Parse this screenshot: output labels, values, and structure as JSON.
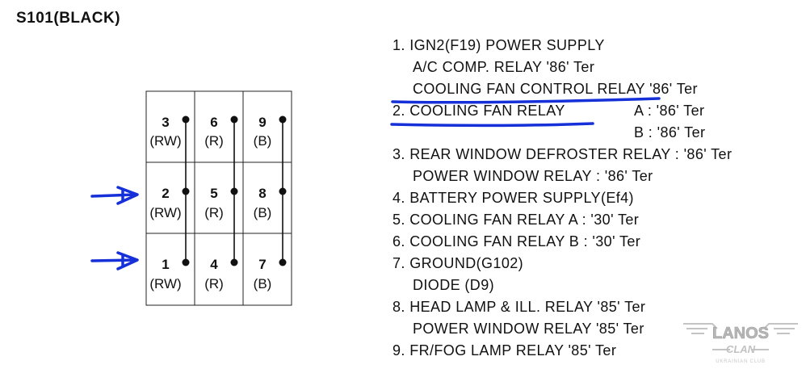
{
  "title": "S101(BLACK)",
  "connector": {
    "pins": [
      {
        "number": "3",
        "wire": "(RW)"
      },
      {
        "number": "6",
        "wire": "(R)"
      },
      {
        "number": "9",
        "wire": "(B)"
      },
      {
        "number": "2",
        "wire": "(RW)"
      },
      {
        "number": "5",
        "wire": "(R)"
      },
      {
        "number": "8",
        "wire": "(B)"
      },
      {
        "number": "1",
        "wire": "(RW)"
      },
      {
        "number": "4",
        "wire": "(R)"
      },
      {
        "number": "7",
        "wire": "(B)"
      }
    ]
  },
  "legend": {
    "l1": "1. IGN2(F19) POWER SUPPLY",
    "l2": "A/C COMP. RELAY '86' Ter",
    "l3": "COOLING FAN CONTROL RELAY '86' Ter",
    "l4a": "2. COOLING FAN RELAY",
    "l4b": "A : '86' Ter",
    "l5": "B : '86' Ter",
    "l6": "3. REAR WINDOW DEFROSTER RELAY : '86' Ter",
    "l7": "POWER WINDOW RELAY : '86' Ter",
    "l8": "4. BATTERY POWER SUPPLY(Ef4)",
    "l9": "5. COOLING FAN RELAY A : '30' Ter",
    "l10": "6. COOLING FAN RELAY B : '30' Ter",
    "l11": "7. GROUND(G102)",
    "l12": "DIODE (D9)",
    "l13": "8. HEAD LAMP & ILL. RELAY '85' Ter",
    "l14": "POWER WINDOW RELAY '85' Ter",
    "l15": "9. FR/FOG LAMP RELAY '85' Ter"
  },
  "watermark": {
    "brand": "LANOS",
    "sub": "CLAN",
    "tagline": "UKRAINIAN CLUB"
  },
  "colors": {
    "ink": "#111111",
    "annotation": "#1530d8",
    "watermark": "#bdbdbd"
  }
}
